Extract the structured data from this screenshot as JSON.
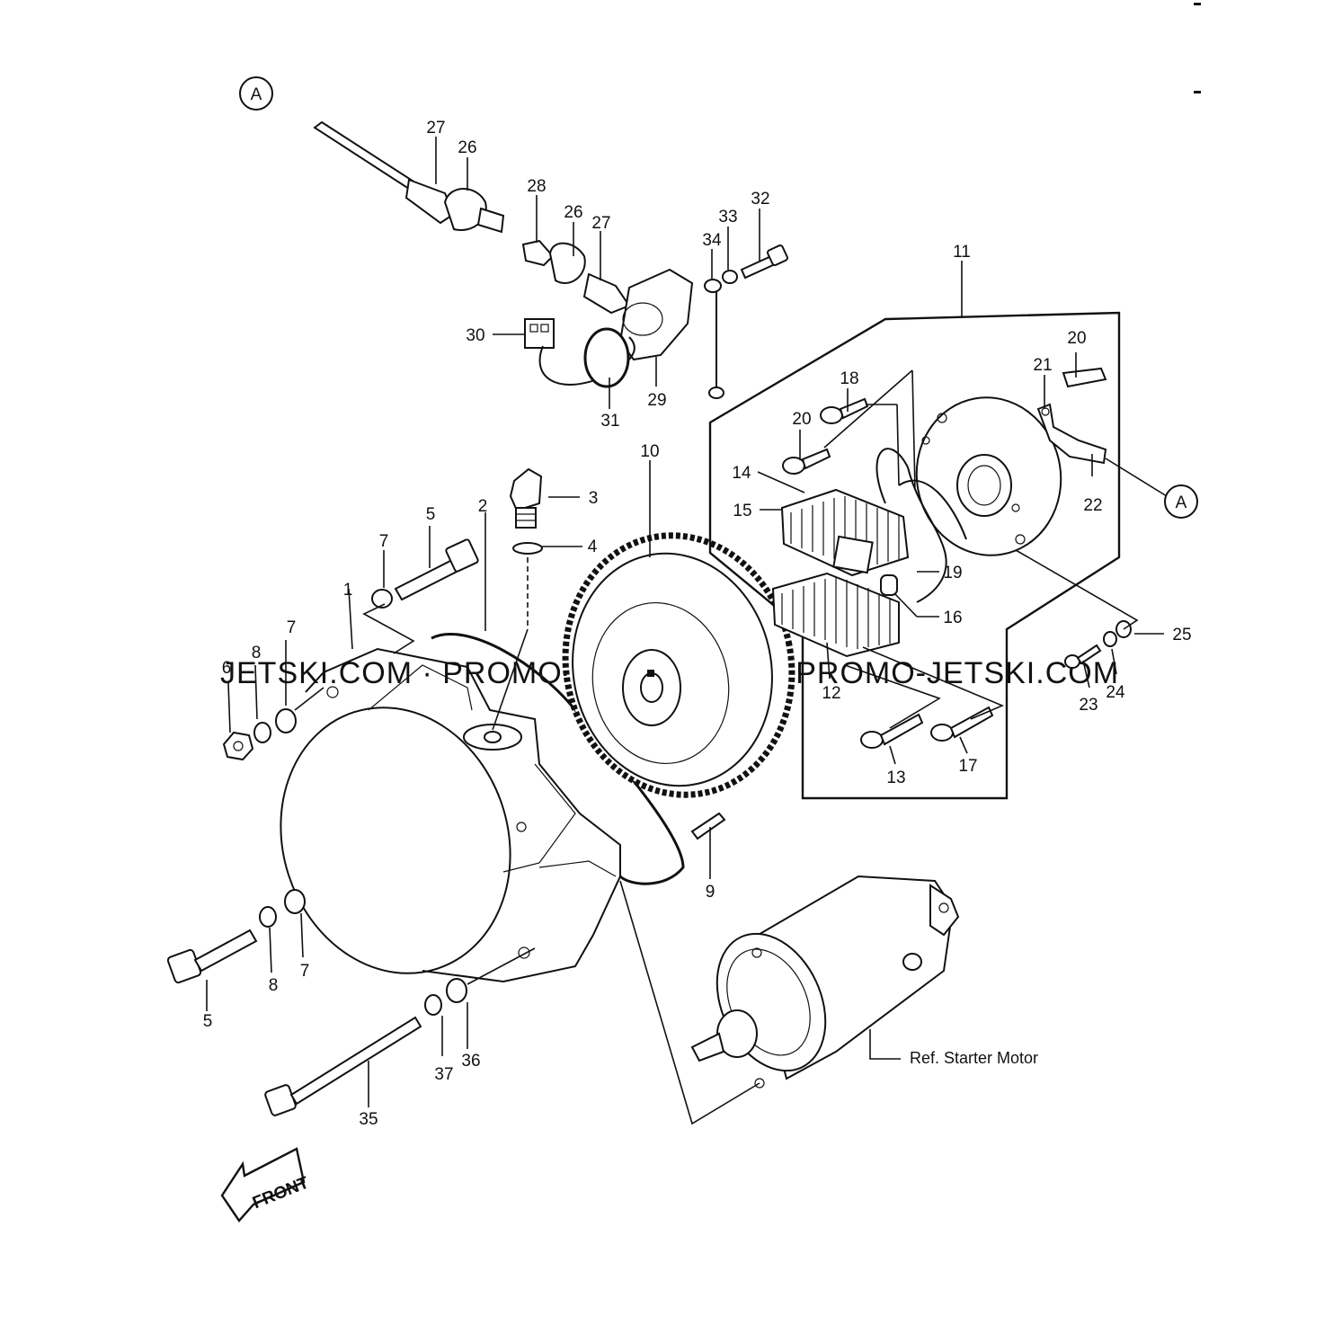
{
  "callouts": {
    "A": "A",
    "n1": "1",
    "n2": "2",
    "n3": "3",
    "n4": "4",
    "n5": "5",
    "n6": "6",
    "n7": "7",
    "n8": "8",
    "n9": "9",
    "n10": "10",
    "n11": "11",
    "n12": "12",
    "n13": "13",
    "n14": "14",
    "n15": "15",
    "n16": "16",
    "n17": "17",
    "n18": "18",
    "n19": "19",
    "n20": "20",
    "n21": "21",
    "n22": "22",
    "n23": "23",
    "n24": "24",
    "n25": "25",
    "n26": "26",
    "n27": "27",
    "n28": "28",
    "n29": "29",
    "n30": "30",
    "n31": "31",
    "n32": "32",
    "n33": "33",
    "n34": "34",
    "n35": "35",
    "n36": "36",
    "n37": "37"
  },
  "reference_note": "Ref. Starter Motor",
  "front_marker": "FRONT",
  "watermark": "JETSKI.COM · PROMO-JETSKI.COM · PROMO-JETSKI.COM",
  "colors": {
    "ink": "#111111",
    "paper": "#ffffff",
    "watermark": "#d4d4d4"
  }
}
